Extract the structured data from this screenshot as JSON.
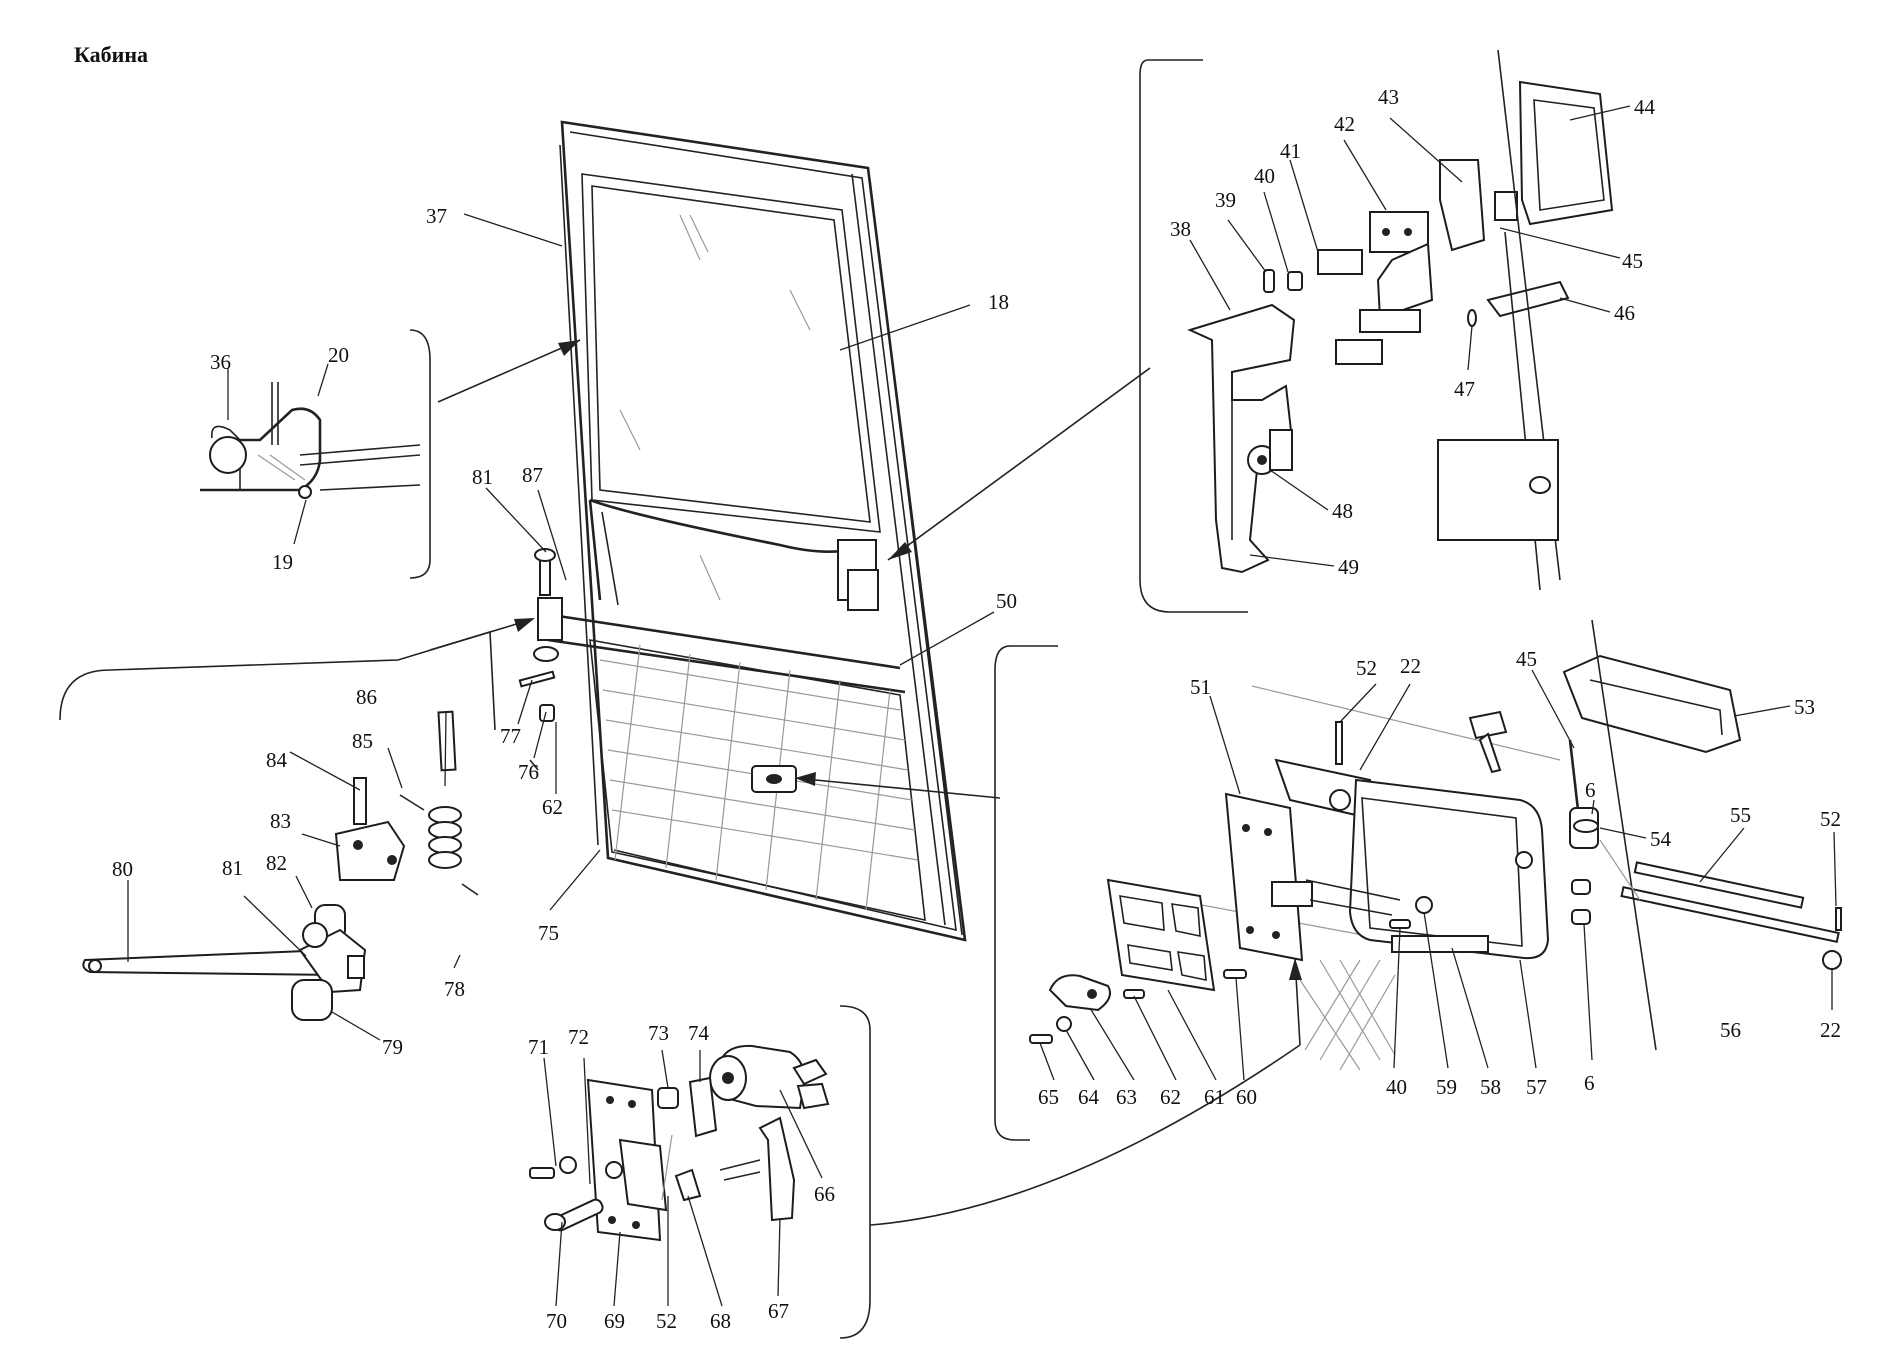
{
  "title": "Кабина",
  "labels": [
    {
      "id": "18"
    },
    {
      "id": "19"
    },
    {
      "id": "20"
    },
    {
      "id": "36"
    },
    {
      "id": "37"
    },
    {
      "id": "38"
    },
    {
      "id": "39"
    },
    {
      "id": "40"
    },
    {
      "id": "41"
    },
    {
      "id": "42"
    },
    {
      "id": "43"
    },
    {
      "id": "44"
    },
    {
      "id": "45"
    },
    {
      "id": "46"
    },
    {
      "id": "47"
    },
    {
      "id": "48"
    },
    {
      "id": "49"
    },
    {
      "id": "50"
    },
    {
      "id": "51"
    },
    {
      "id": "52"
    },
    {
      "id": "22"
    },
    {
      "id": "45"
    },
    {
      "id": "53"
    },
    {
      "id": "6"
    },
    {
      "id": "54"
    },
    {
      "id": "55"
    },
    {
      "id": "52"
    },
    {
      "id": "56"
    },
    {
      "id": "22"
    },
    {
      "id": "6"
    },
    {
      "id": "57"
    },
    {
      "id": "58"
    },
    {
      "id": "59"
    },
    {
      "id": "40"
    },
    {
      "id": "60"
    },
    {
      "id": "61"
    },
    {
      "id": "62"
    },
    {
      "id": "63"
    },
    {
      "id": "64"
    },
    {
      "id": "65"
    },
    {
      "id": "81"
    },
    {
      "id": "87"
    },
    {
      "id": "86"
    },
    {
      "id": "85"
    },
    {
      "id": "84"
    },
    {
      "id": "83"
    },
    {
      "id": "82"
    },
    {
      "id": "81"
    },
    {
      "id": "80"
    },
    {
      "id": "79"
    },
    {
      "id": "78"
    },
    {
      "id": "77"
    },
    {
      "id": "76"
    },
    {
      "id": "62"
    },
    {
      "id": "75"
    },
    {
      "id": "71"
    },
    {
      "id": "72"
    },
    {
      "id": "73"
    },
    {
      "id": "74"
    },
    {
      "id": "66"
    },
    {
      "id": "70"
    },
    {
      "id": "69"
    },
    {
      "id": "52"
    },
    {
      "id": "68"
    },
    {
      "id": "67"
    }
  ]
}
